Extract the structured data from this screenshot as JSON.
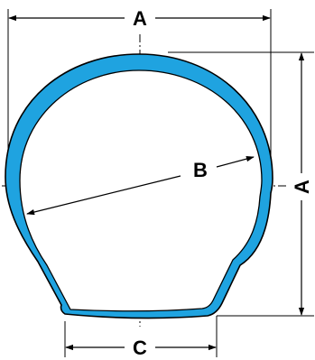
{
  "labels": {
    "top": "A",
    "right": "A",
    "diagonal": "B",
    "bottom": "C"
  },
  "colors": {
    "profile_fill": "#1fa3e0",
    "line": "#000000",
    "background": "#ffffff"
  }
}
